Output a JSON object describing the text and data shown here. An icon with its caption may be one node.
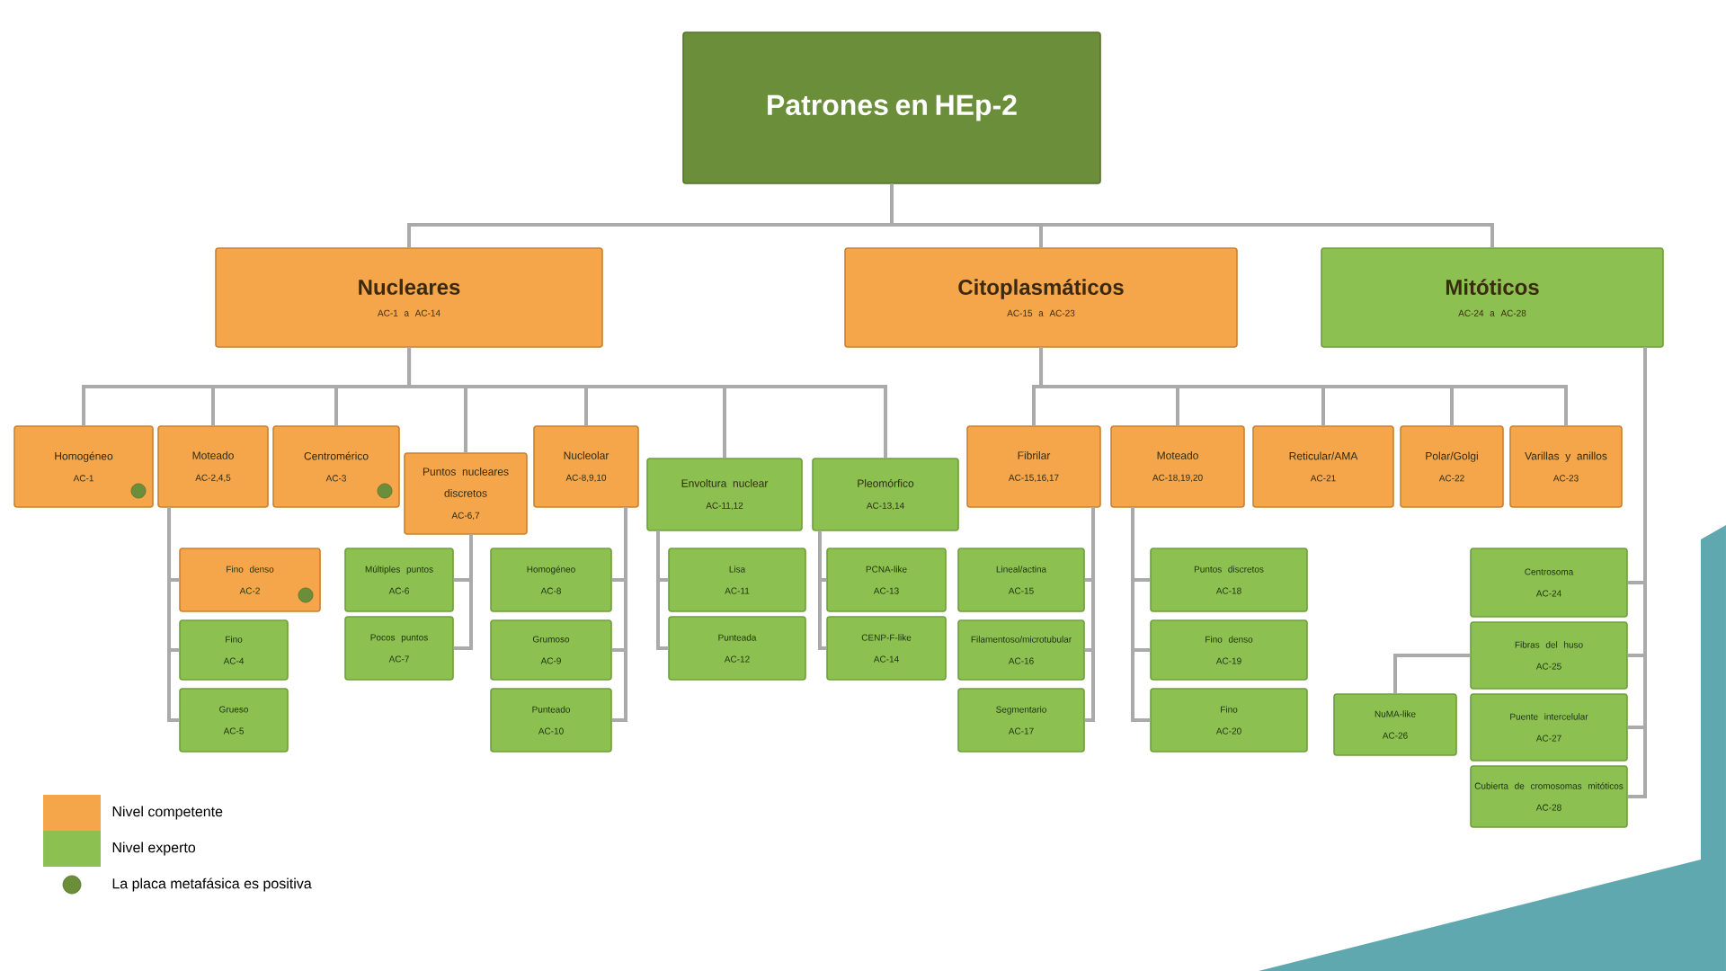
{
  "diagram": {
    "nodes": [
      {
        "text": [
          "Patrones en HEp-2"
        ]
      },
      {
        "text": [
          "Nucleares",
          "AC-1 a AC-14"
        ]
      },
      {
        "text": [
          "Citoplasmáticos",
          "AC-15 a AC-23"
        ]
      },
      {
        "text": [
          "Mitóticos",
          "AC-24 a AC-28"
        ]
      },
      {
        "text": [
          "Homogéneo",
          "AC-1"
        ]
      },
      {
        "text": [
          "Moteado",
          "AC-2,4,5"
        ]
      },
      {
        "text": [
          "Centromérico",
          "AC-3"
        ]
      },
      {
        "text": [
          "Puntos nucleares discretos",
          "AC-6,7"
        ]
      },
      {
        "text": [
          "Nucleolar",
          "AC-8,9,10"
        ]
      },
      {
        "text": [
          "Envoltura nuclear",
          "AC-11,12"
        ]
      },
      {
        "text": [
          "Pleomórfico",
          "AC-13,14"
        ]
      },
      {
        "text": [
          "Fibrilar",
          "AC-15,16,17"
        ]
      },
      {
        "text": [
          "Moteado",
          "AC-18,19,20"
        ]
      },
      {
        "text": [
          "Reticular/AMA",
          "AC-21"
        ]
      },
      {
        "text": [
          "Polar/Golgi",
          "AC-22"
        ]
      },
      {
        "text": [
          "Varillas y anillos",
          "AC-23"
        ]
      },
      {
        "text": [
          "Centrosoma",
          "AC-24"
        ]
      },
      {
        "text": [
          "Fibras del huso",
          "AC-25"
        ]
      },
      {
        "text": [
          "Puente intercelular",
          "AC-27"
        ]
      },
      {
        "text": [
          "Cubierta de cromosomas mitóticos",
          "AC-28"
        ]
      },
      {
        "text": [
          "NuMA-like",
          "AC-26"
        ]
      },
      {
        "text": [
          "Fino denso",
          "AC-2"
        ]
      },
      {
        "text": [
          "Fino",
          "AC-4"
        ]
      },
      {
        "text": [
          "Grueso",
          "AC-5"
        ]
      },
      {
        "text": [
          "Múltiples puntos",
          "AC-6"
        ]
      },
      {
        "text": [
          "Pocos puntos",
          "AC-7"
        ]
      },
      {
        "text": [
          "Homogéneo",
          "AC-8"
        ]
      },
      {
        "text": [
          "Grumoso",
          "AC-9"
        ]
      },
      {
        "text": [
          "Punteado",
          "AC-10"
        ]
      },
      {
        "text": [
          "Lisa",
          "AC-11"
        ]
      },
      {
        "text": [
          "Punteada",
          "AC-12"
        ]
      },
      {
        "text": [
          "PCNA-like",
          "AC-13"
        ]
      },
      {
        "text": [
          "CENP-F-like",
          "AC-14"
        ]
      },
      {
        "text": [
          "Lineal/actina",
          "AC-15"
        ]
      },
      {
        "text": [
          "Filamentoso/microtubular",
          "AC-16"
        ]
      },
      {
        "text": [
          "Segmentario",
          "AC-17"
        ]
      },
      {
        "text": [
          "Puntos discretos",
          "AC-18"
        ]
      },
      {
        "text": [
          "Fino denso",
          "AC-19"
        ]
      },
      {
        "text": [
          "Fino",
          "AC-20"
        ]
      }
    ],
    "edges": [
      {
        "from": 0,
        "to": 1,
        "arrow": "none"
      },
      {
        "from": 0,
        "to": 2,
        "arrow": "none"
      },
      {
        "from": 0,
        "to": 3,
        "arrow": "none"
      },
      {
        "from": 1,
        "to": 4,
        "arrow": "none"
      },
      {
        "from": 1,
        "to": 5,
        "arrow": "none"
      },
      {
        "from": 1,
        "to": 6,
        "arrow": "none"
      },
      {
        "from": 1,
        "to": 7,
        "arrow": "none"
      },
      {
        "from": 1,
        "to": 8,
        "arrow": "none"
      },
      {
        "from": 1,
        "to": 9,
        "arrow": "none"
      },
      {
        "from": 1,
        "to": 10,
        "arrow": "none"
      },
      {
        "from": 2,
        "to": 11,
        "arrow": "none"
      },
      {
        "from": 2,
        "to": 12,
        "arrow": "none"
      },
      {
        "from": 2,
        "to": 13,
        "arrow": "none"
      },
      {
        "from": 2,
        "to": 14,
        "arrow": "none"
      },
      {
        "from": 2,
        "to": 15,
        "arrow": "none"
      },
      {
        "from": 3,
        "to": 16,
        "arrow": "none"
      },
      {
        "from": 3,
        "to": 17,
        "arrow": "none"
      },
      {
        "from": 3,
        "to": 18,
        "arrow": "none"
      },
      {
        "from": 3,
        "to": 19,
        "arrow": "none"
      },
      {
        "from": 17,
        "to": 20,
        "arrow": "none"
      },
      {
        "from": 5,
        "to": 21,
        "arrow": "none"
      },
      {
        "from": 5,
        "to": 22,
        "arrow": "none"
      },
      {
        "from": 5,
        "to": 23,
        "arrow": "none"
      },
      {
        "from": 7,
        "to": 24,
        "arrow": "none"
      },
      {
        "from": 7,
        "to": 25,
        "arrow": "none"
      },
      {
        "from": 8,
        "to": 26,
        "arrow": "none"
      },
      {
        "from": 8,
        "to": 27,
        "arrow": "none"
      },
      {
        "from": 8,
        "to": 28,
        "arrow": "none"
      },
      {
        "from": 9,
        "to": 29,
        "arrow": "none"
      },
      {
        "from": 9,
        "to": 30,
        "arrow": "none"
      },
      {
        "from": 10,
        "to": 31,
        "arrow": "none"
      },
      {
        "from": 10,
        "to": 32,
        "arrow": "none"
      },
      {
        "from": 11,
        "to": 33,
        "arrow": "none"
      },
      {
        "from": 11,
        "to": 34,
        "arrow": "none"
      },
      {
        "from": 11,
        "to": 35,
        "arrow": "none"
      },
      {
        "from": 12,
        "to": 36,
        "arrow": "none"
      },
      {
        "from": 12,
        "to": 37,
        "arrow": "none"
      },
      {
        "from": 12,
        "to": 38,
        "arrow": "none"
      }
    ],
    "legend": [
      {
        "text": "Nivel competente",
        "color": "#f5a54a"
      },
      {
        "text": "Nivel experto",
        "color": "#8cc152"
      },
      {
        "text": "La placa metafásica es positiva"
      }
    ]
  }
}
